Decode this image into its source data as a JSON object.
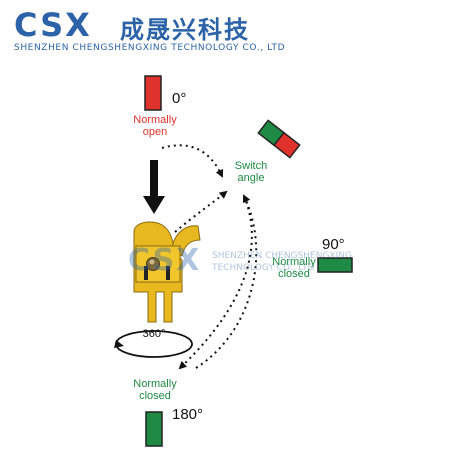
{
  "logo": {
    "brand": "CSX",
    "chinese_name": "成晟兴科技",
    "company_name": "SHENZHEN CHENGSHENGXING TECHNOLOGY CO., LTD",
    "brand_color": "#2c63a8"
  },
  "watermark": {
    "brand": "CSX",
    "line1": "SHENZHEN CHENGSHENGXING",
    "line2": "TECHNOLOGY CO., LTD"
  },
  "positions": [
    {
      "angle": "0°",
      "state": "Normally open",
      "indicator_color": "#e0322c"
    },
    {
      "angle": "90°",
      "state": "Normally closed",
      "indicator_color": "#1f8a43"
    },
    {
      "angle": "180°",
      "state": "Normally closed",
      "indicator_color": "#1f8a43"
    }
  ],
  "state_labels": {
    "normally_open_line1": "Normally",
    "normally_open_line2": "open",
    "normally_closed_line1": "Normally",
    "normally_closed_line2": "closed"
  },
  "switch_angle": {
    "line1": "Switch",
    "line2": "angle"
  },
  "rotation_label": "360°",
  "colors": {
    "red": "#e0322c",
    "green": "#1f8a43",
    "sensor_gold": "#e8b820",
    "arrow": "#111111"
  },
  "icons": [
    "tilt-switch-component-icon",
    "rotation-arrow-icon",
    "state-indicator-icon"
  ]
}
